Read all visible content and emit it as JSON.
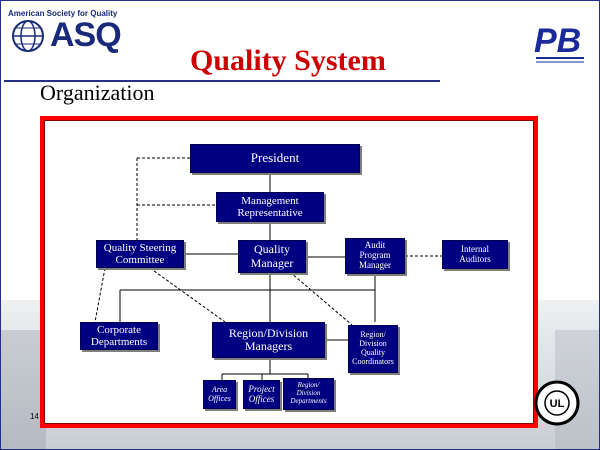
{
  "header": {
    "asq_tagline": "American Society for Quality",
    "asq_wordmark": "ASQ",
    "title": "Quality System",
    "subtitle": "Organization",
    "pb_wordmark": "PB"
  },
  "colors": {
    "title": "#cc0000",
    "box_fill": "#000080",
    "frame": "#ff0000",
    "rule": "#23308a"
  },
  "org_chart": {
    "president": "President",
    "management_rep": [
      "Management",
      "Representative"
    ],
    "quality_steering": [
      "Quality Steering",
      "Committee"
    ],
    "quality_manager": [
      "Quality",
      "Manager"
    ],
    "audit_program_manager": [
      "Audit",
      "Program",
      "Manager"
    ],
    "internal_auditors": [
      "Internal",
      "Auditors"
    ],
    "corporate_departments": [
      "Corporate",
      "Departments"
    ],
    "region_division_managers": [
      "Region/Division",
      "Managers"
    ],
    "region_division_quality_coordinators": [
      "Region/",
      "Division",
      "Quality",
      "Coordinators"
    ],
    "area_offices": [
      "Area",
      "Offices"
    ],
    "project_offices": [
      "Project",
      "Offices"
    ],
    "region_division_departments": [
      "Region/",
      "Division",
      "Departments"
    ]
  },
  "footer": {
    "page_number": "14"
  }
}
